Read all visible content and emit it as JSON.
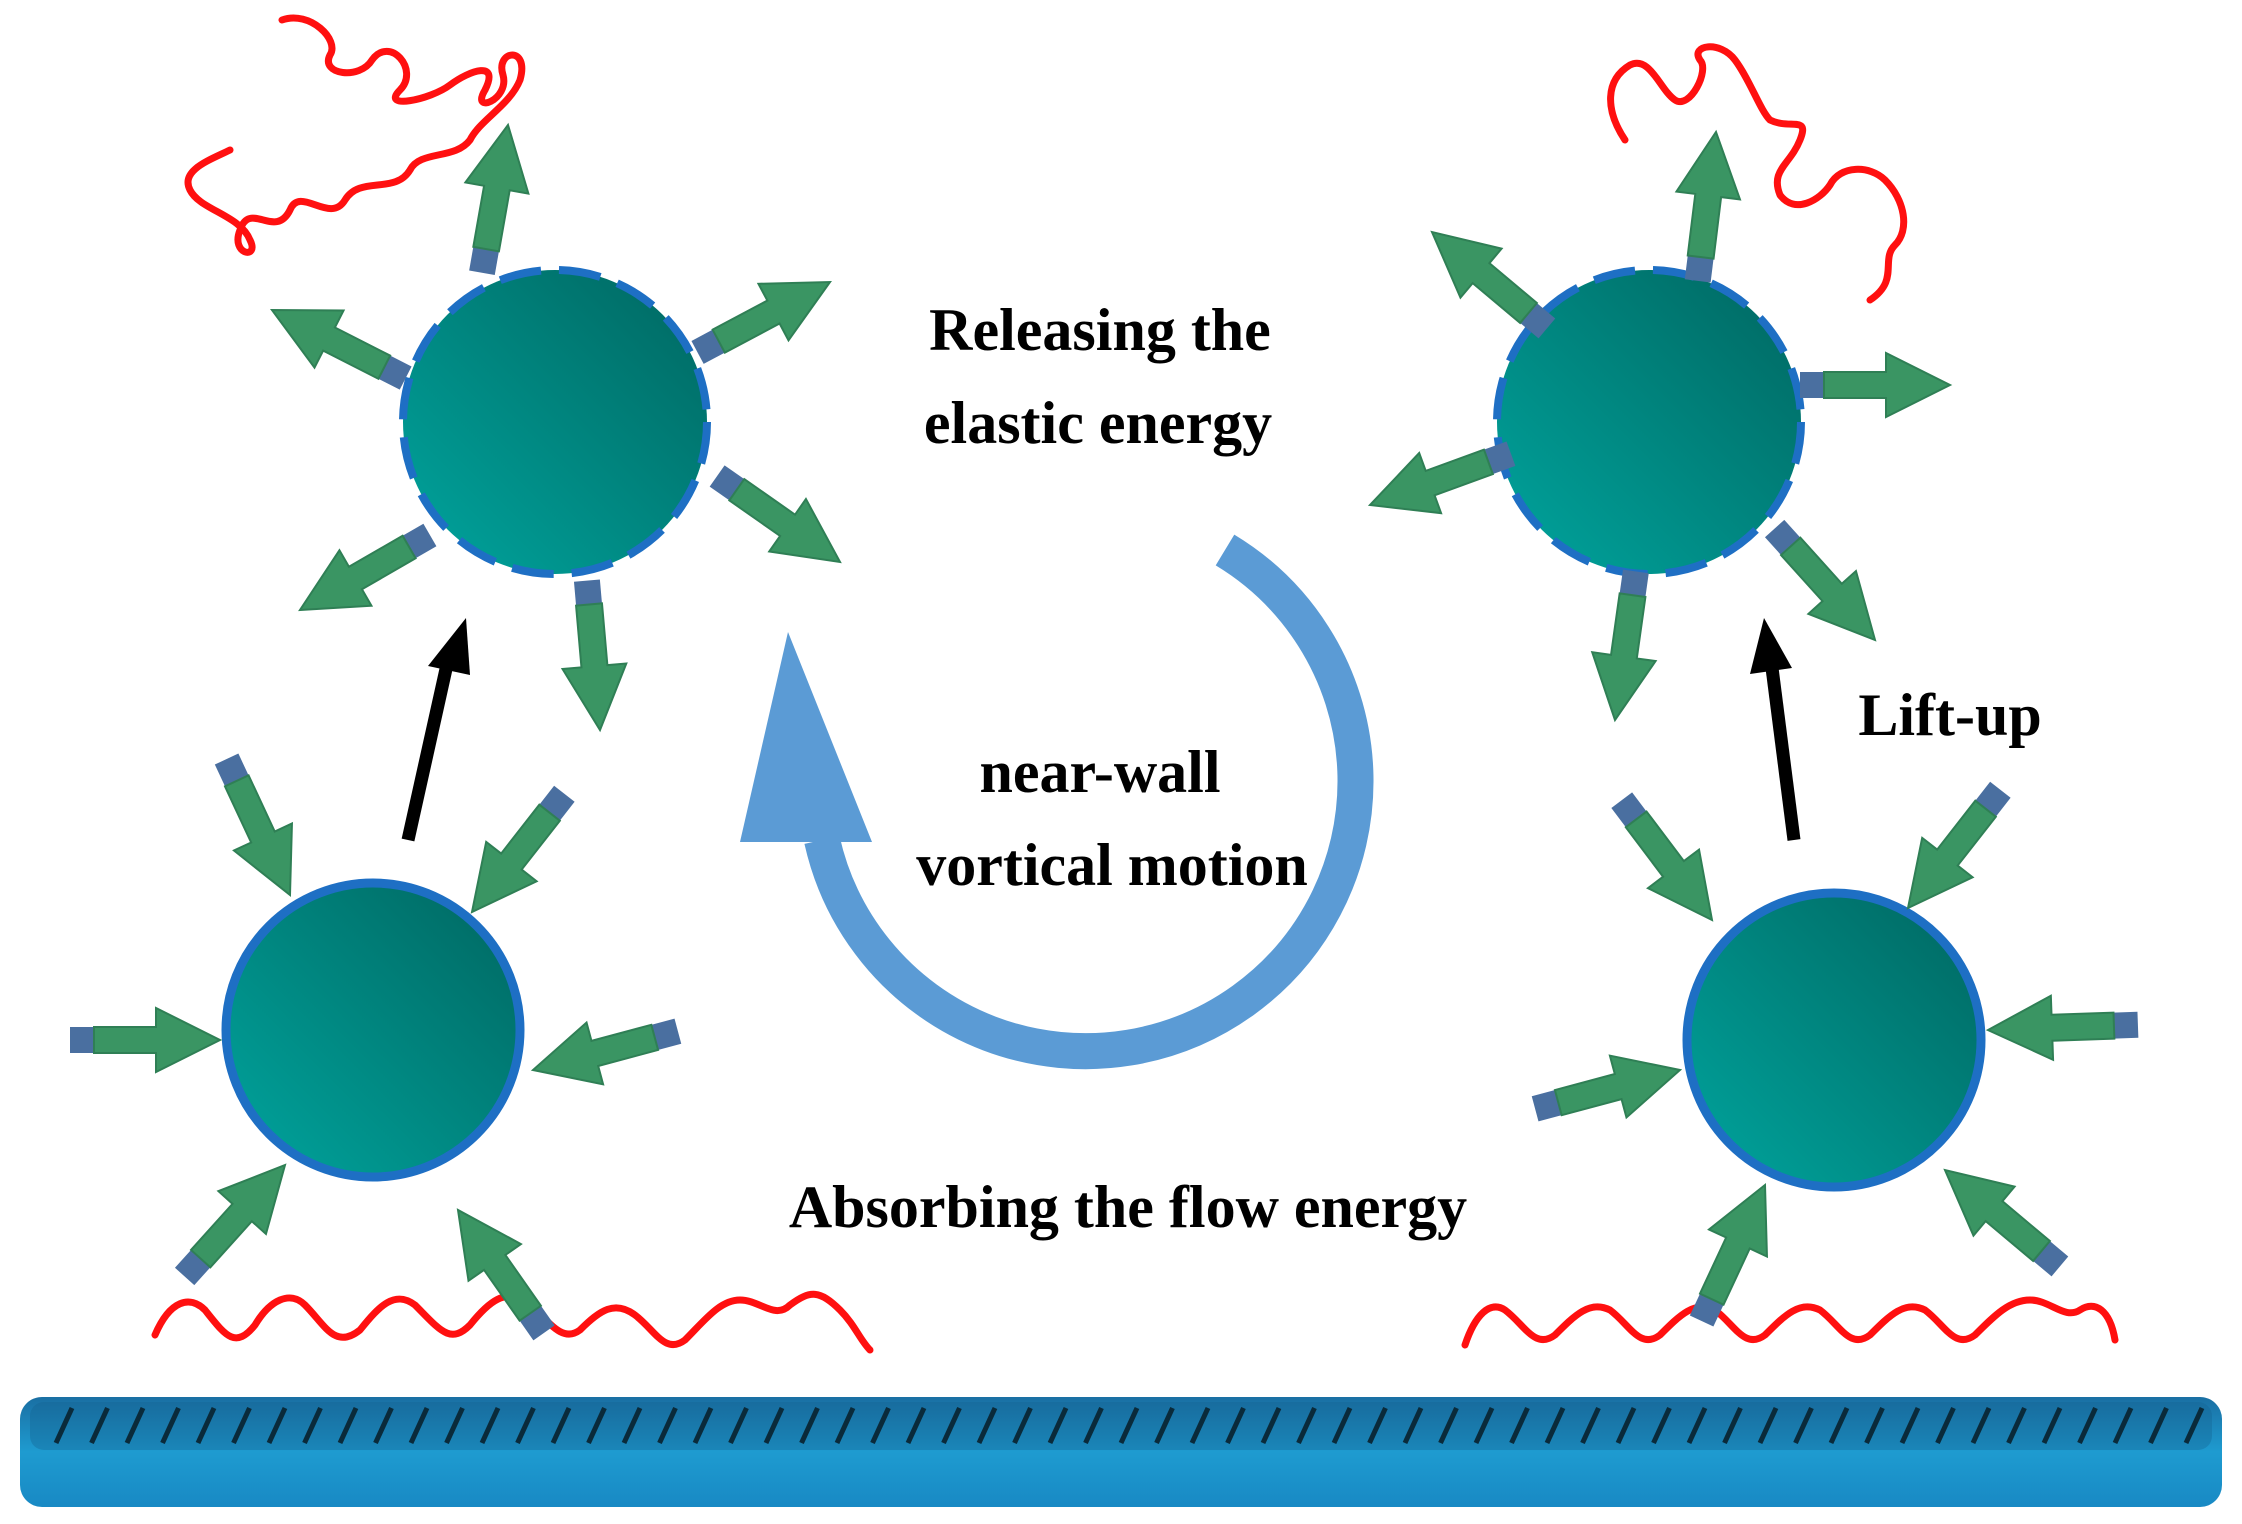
{
  "labels": {
    "releasing_line1": "Releasing the",
    "releasing_line2": "elastic energy",
    "nearwall_line1": "near-wall",
    "nearwall_line2": "vortical motion",
    "absorbing": "Absorbing the flow energy",
    "liftup": "Lift-up"
  },
  "colors": {
    "particle_dark": "#006b66",
    "particle_light": "#00a19a",
    "particle_rim": "#1e6fc4",
    "inward_arrow_fill": "#3a9563",
    "inward_arrow_tail": "#4a6fa0",
    "vortex_arrow": "#5b9bd5",
    "polymer_chain": "#ff0000",
    "wall_fill": "#1e8fc0",
    "lift_arrow": "#000000"
  },
  "icons": {
    "particle": "particle-circle",
    "inward_arrow": "arrow-icon",
    "vortex": "circular-arrow-icon",
    "polymer": "wavy-chain",
    "wall": "hatched-wall",
    "lift": "up-arrow-icon"
  }
}
